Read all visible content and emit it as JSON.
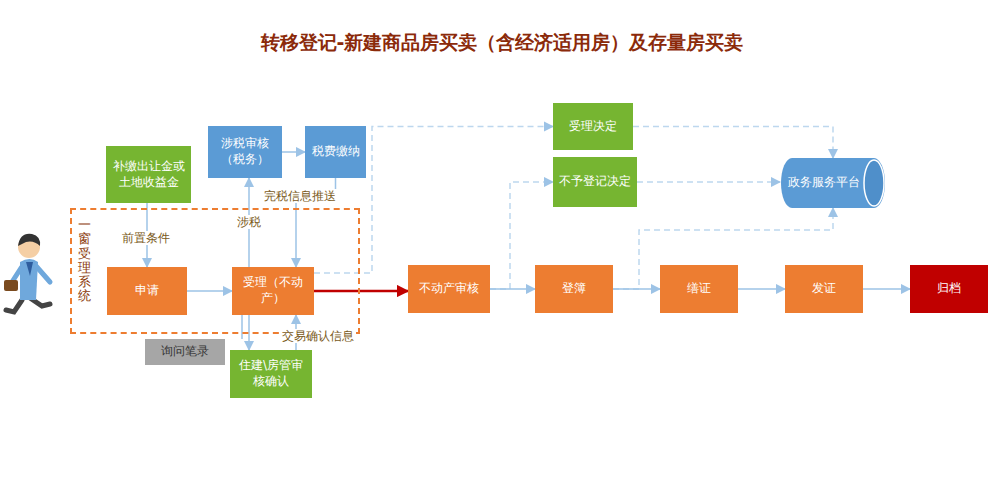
{
  "diagram": {
    "title": "转移登记-新建商品房买卖（含经济适用房）及存量房买卖",
    "nodes": [
      {
        "text": [
          "一窗受理系统"
        ]
      },
      {
        "text": [
          "申请"
        ],
        "in": 0
      },
      {
        "text": [
          "受理（不动产）"
        ],
        "in": 0
      },
      {
        "text": [
          "补缴出让金或土地收益金"
        ]
      },
      {
        "text": [
          "涉税审核（税务）"
        ]
      },
      {
        "text": [
          "税费缴纳"
        ]
      },
      {
        "text": [
          "询问笔录"
        ]
      },
      {
        "text": [
          "住建\\房管审核确认"
        ]
      },
      {
        "text": [
          "不动产审核"
        ]
      },
      {
        "text": [
          "受理决定"
        ]
      },
      {
        "text": [
          "不予登记决定"
        ]
      },
      {
        "text": [
          "政务服务平台"
        ]
      },
      {
        "text": [
          "登簿"
        ]
      },
      {
        "text": [
          "缮证"
        ]
      },
      {
        "text": [
          "发证"
        ]
      },
      {
        "text": [
          "归档"
        ]
      }
    ],
    "edges": [
      {
        "from": 3,
        "to": 1,
        "label": "前置条件",
        "arrow": "to"
      },
      {
        "from": 1,
        "to": 2,
        "arrow": "to"
      },
      {
        "from": 2,
        "to": 4,
        "label": "涉税",
        "arrow": "to"
      },
      {
        "from": 4,
        "to": 5,
        "arrow": "to"
      },
      {
        "from": 5,
        "to": 2,
        "label": "完税信息推送",
        "arrow": "to"
      },
      {
        "from": 2,
        "to": 6,
        "arrow": "none"
      },
      {
        "from": 2,
        "to": 7,
        "arrow": "to"
      },
      {
        "from": 7,
        "to": 2,
        "label": "交易确认信息",
        "arrow": "to"
      },
      {
        "from": 2,
        "to": 8,
        "arrow": "to"
      },
      {
        "from": 2,
        "to": 9,
        "arrow": "to"
      },
      {
        "from": 8,
        "to": 10,
        "arrow": "to"
      },
      {
        "from": 8,
        "to": 12,
        "arrow": "to"
      },
      {
        "from": 9,
        "to": 11,
        "arrow": "to"
      },
      {
        "from": 10,
        "to": 11,
        "arrow": "to"
      },
      {
        "from": 12,
        "to": 11,
        "arrow": "to"
      },
      {
        "from": 12,
        "to": 13,
        "arrow": "to"
      },
      {
        "from": 13,
        "to": 14,
        "arrow": "to"
      },
      {
        "from": 14,
        "to": 15,
        "arrow": "to"
      }
    ]
  }
}
